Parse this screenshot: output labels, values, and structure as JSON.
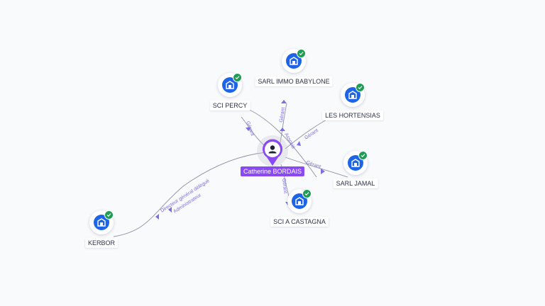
{
  "center": {
    "label": "Catherine BORDAIS",
    "icon": "person-icon",
    "color": "#8a4af3"
  },
  "companies": [
    {
      "id": "sarl-immo-babylone",
      "label": "SARL IMMO BABYLONE",
      "icon": "building-icon",
      "verified": true
    },
    {
      "id": "sci-percy",
      "label": "SCI PERCY",
      "icon": "building-icon",
      "verified": true
    },
    {
      "id": "les-hortensias",
      "label": "LES HORTENSIAS",
      "icon": "building-icon",
      "verified": true
    },
    {
      "id": "sarl-jamal",
      "label": "SARL JAMAL",
      "icon": "building-icon",
      "verified": true
    },
    {
      "id": "sci-a-castagna",
      "label": "SCI A CASTAGNA",
      "icon": "building-icon",
      "verified": true
    },
    {
      "id": "kerbor",
      "label": "KERBOR",
      "icon": "building-icon",
      "verified": true
    }
  ],
  "relations": [
    {
      "target": "sarl-immo-babylone",
      "label": "Gérant"
    },
    {
      "target": "sci-percy",
      "label": "Gérant"
    },
    {
      "target": "les-hortensias",
      "label": "Gérant"
    },
    {
      "target": "sarl-jamal",
      "label": "Gérant"
    },
    {
      "target": "sarl-jamal",
      "label": "Associé"
    },
    {
      "target": "sci-a-castagna",
      "label": "Gérant"
    },
    {
      "target": "kerbor",
      "label": "Directeur général délégué"
    },
    {
      "target": "kerbor",
      "label": "Administrateur"
    }
  ],
  "colors": {
    "company": "#1e64e6",
    "verified": "#1f9d55",
    "edge_label": "#7b6fe0"
  }
}
